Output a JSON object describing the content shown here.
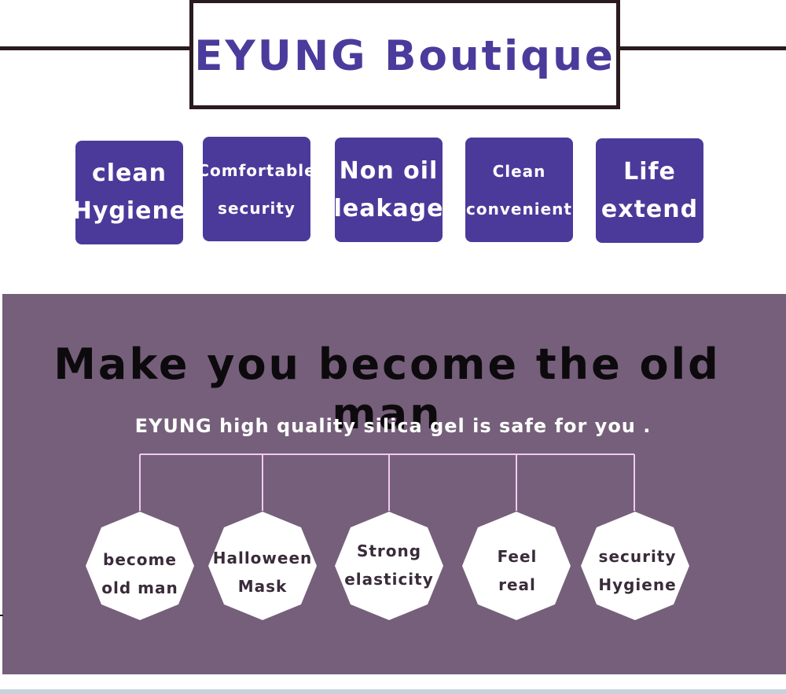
{
  "header": {
    "title": "EYUNG Boutique"
  },
  "features": [
    {
      "line1": "clean",
      "line2": "Hygiene"
    },
    {
      "line1": "Comfortable",
      "line2": "security"
    },
    {
      "line1": "Non oil",
      "line2": "leakage"
    },
    {
      "line1": "Clean",
      "line2": "convenient"
    },
    {
      "line1": "Life",
      "line2": "extend"
    }
  ],
  "banner": {
    "headline": "Make you become the old man",
    "subline": "EYUNG high quality silica gel is safe for you ."
  },
  "benefits": [
    {
      "line1": "become",
      "line2": "old man"
    },
    {
      "line1": "Halloween",
      "line2": "Mask"
    },
    {
      "line1": "Strong",
      "line2": "elasticity"
    },
    {
      "line1": "Feel",
      "line2": "real"
    },
    {
      "line1": "security",
      "line2": "Hygiene"
    }
  ],
  "colors": {
    "brand_purple": "#4b3a9a",
    "title_purple": "#4a3b9c",
    "panel_mauve": "#765f7a",
    "connector_pink": "#f3c9f0"
  }
}
